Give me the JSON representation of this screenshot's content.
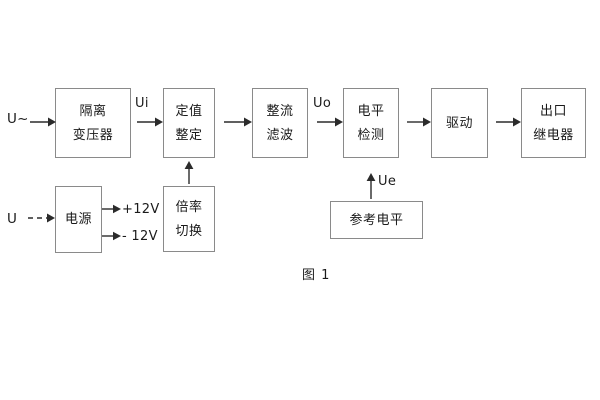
{
  "figure": {
    "caption": "图 1",
    "colors": {
      "background": "#ffffff",
      "box_border": "#8a8a8a",
      "arrow": "#2b2b2b",
      "text": "#1a1a1a"
    }
  },
  "signal_chain": {
    "input_label": "U~",
    "blocks": [
      {
        "id": "isolation-transformer",
        "line1": "隔离",
        "line2": "变压器"
      },
      {
        "id": "setting-value",
        "line1": "定值",
        "line2": "整定"
      },
      {
        "id": "rectify-filter",
        "line1": "整流",
        "line2": "滤波"
      },
      {
        "id": "level-detection",
        "line1": "电平",
        "line2": "检测"
      },
      {
        "id": "drive",
        "line1": "驱动",
        "line2": ""
      },
      {
        "id": "output-relay",
        "line1": "出口",
        "line2": "继电器"
      }
    ],
    "signal_labels": {
      "ui": "Ui",
      "uo": "Uo",
      "ue": "Ue"
    }
  },
  "power_chain": {
    "input_label": "U",
    "input_dash": "—",
    "power_supply": {
      "id": "power-supply",
      "line1": "电源",
      "line2": ""
    },
    "rails": [
      {
        "id": "rail-positive",
        "label": "+12V"
      },
      {
        "id": "rail-negative",
        "label": "- 12V"
      }
    ],
    "multiplier_switch": {
      "id": "multiplier-switch",
      "line1": "倍率",
      "line2": "切换"
    }
  },
  "reference": {
    "block": {
      "id": "reference-level",
      "line1": "参考电平",
      "line2": ""
    }
  }
}
